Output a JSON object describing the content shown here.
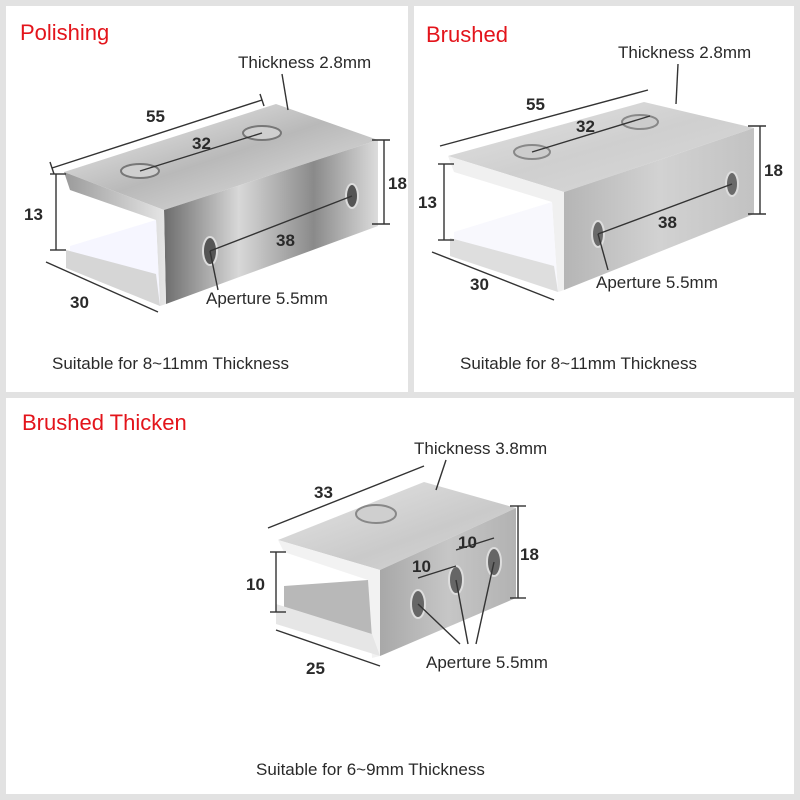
{
  "panels": {
    "polishing": {
      "title": "Polishing",
      "thickness_label": "Thickness 2.8mm",
      "dims": {
        "length": "55",
        "hole_spacing": "32",
        "height": "18",
        "gap": "13",
        "depth": "30",
        "side_hole_spacing": "38"
      },
      "aperture_label": "Aperture 5.5mm",
      "caption": "Suitable for 8~11mm Thickness"
    },
    "brushed": {
      "title": "Brushed",
      "thickness_label": "Thickness 2.8mm",
      "dims": {
        "length": "55",
        "hole_spacing": "32",
        "height": "18",
        "gap": "13",
        "depth": "30",
        "side_hole_spacing": "38"
      },
      "aperture_label": "Aperture 5.5mm",
      "caption": "Suitable for 8~11mm Thickness"
    },
    "thicken": {
      "title": "Brushed Thicken",
      "thickness_label": "Thickness 3.8mm",
      "dims": {
        "length": "33",
        "height": "18",
        "gap": "10",
        "depth": "25",
        "hole_spacing_a": "10",
        "hole_spacing_b": "10"
      },
      "aperture_label": "Aperture 5.5mm",
      "caption": "Suitable for 6~9mm Thickness"
    }
  },
  "colors": {
    "title": "#e3141b",
    "text": "#2a2a2a",
    "background": "#e2e2e2",
    "panel": "#ffffff"
  }
}
